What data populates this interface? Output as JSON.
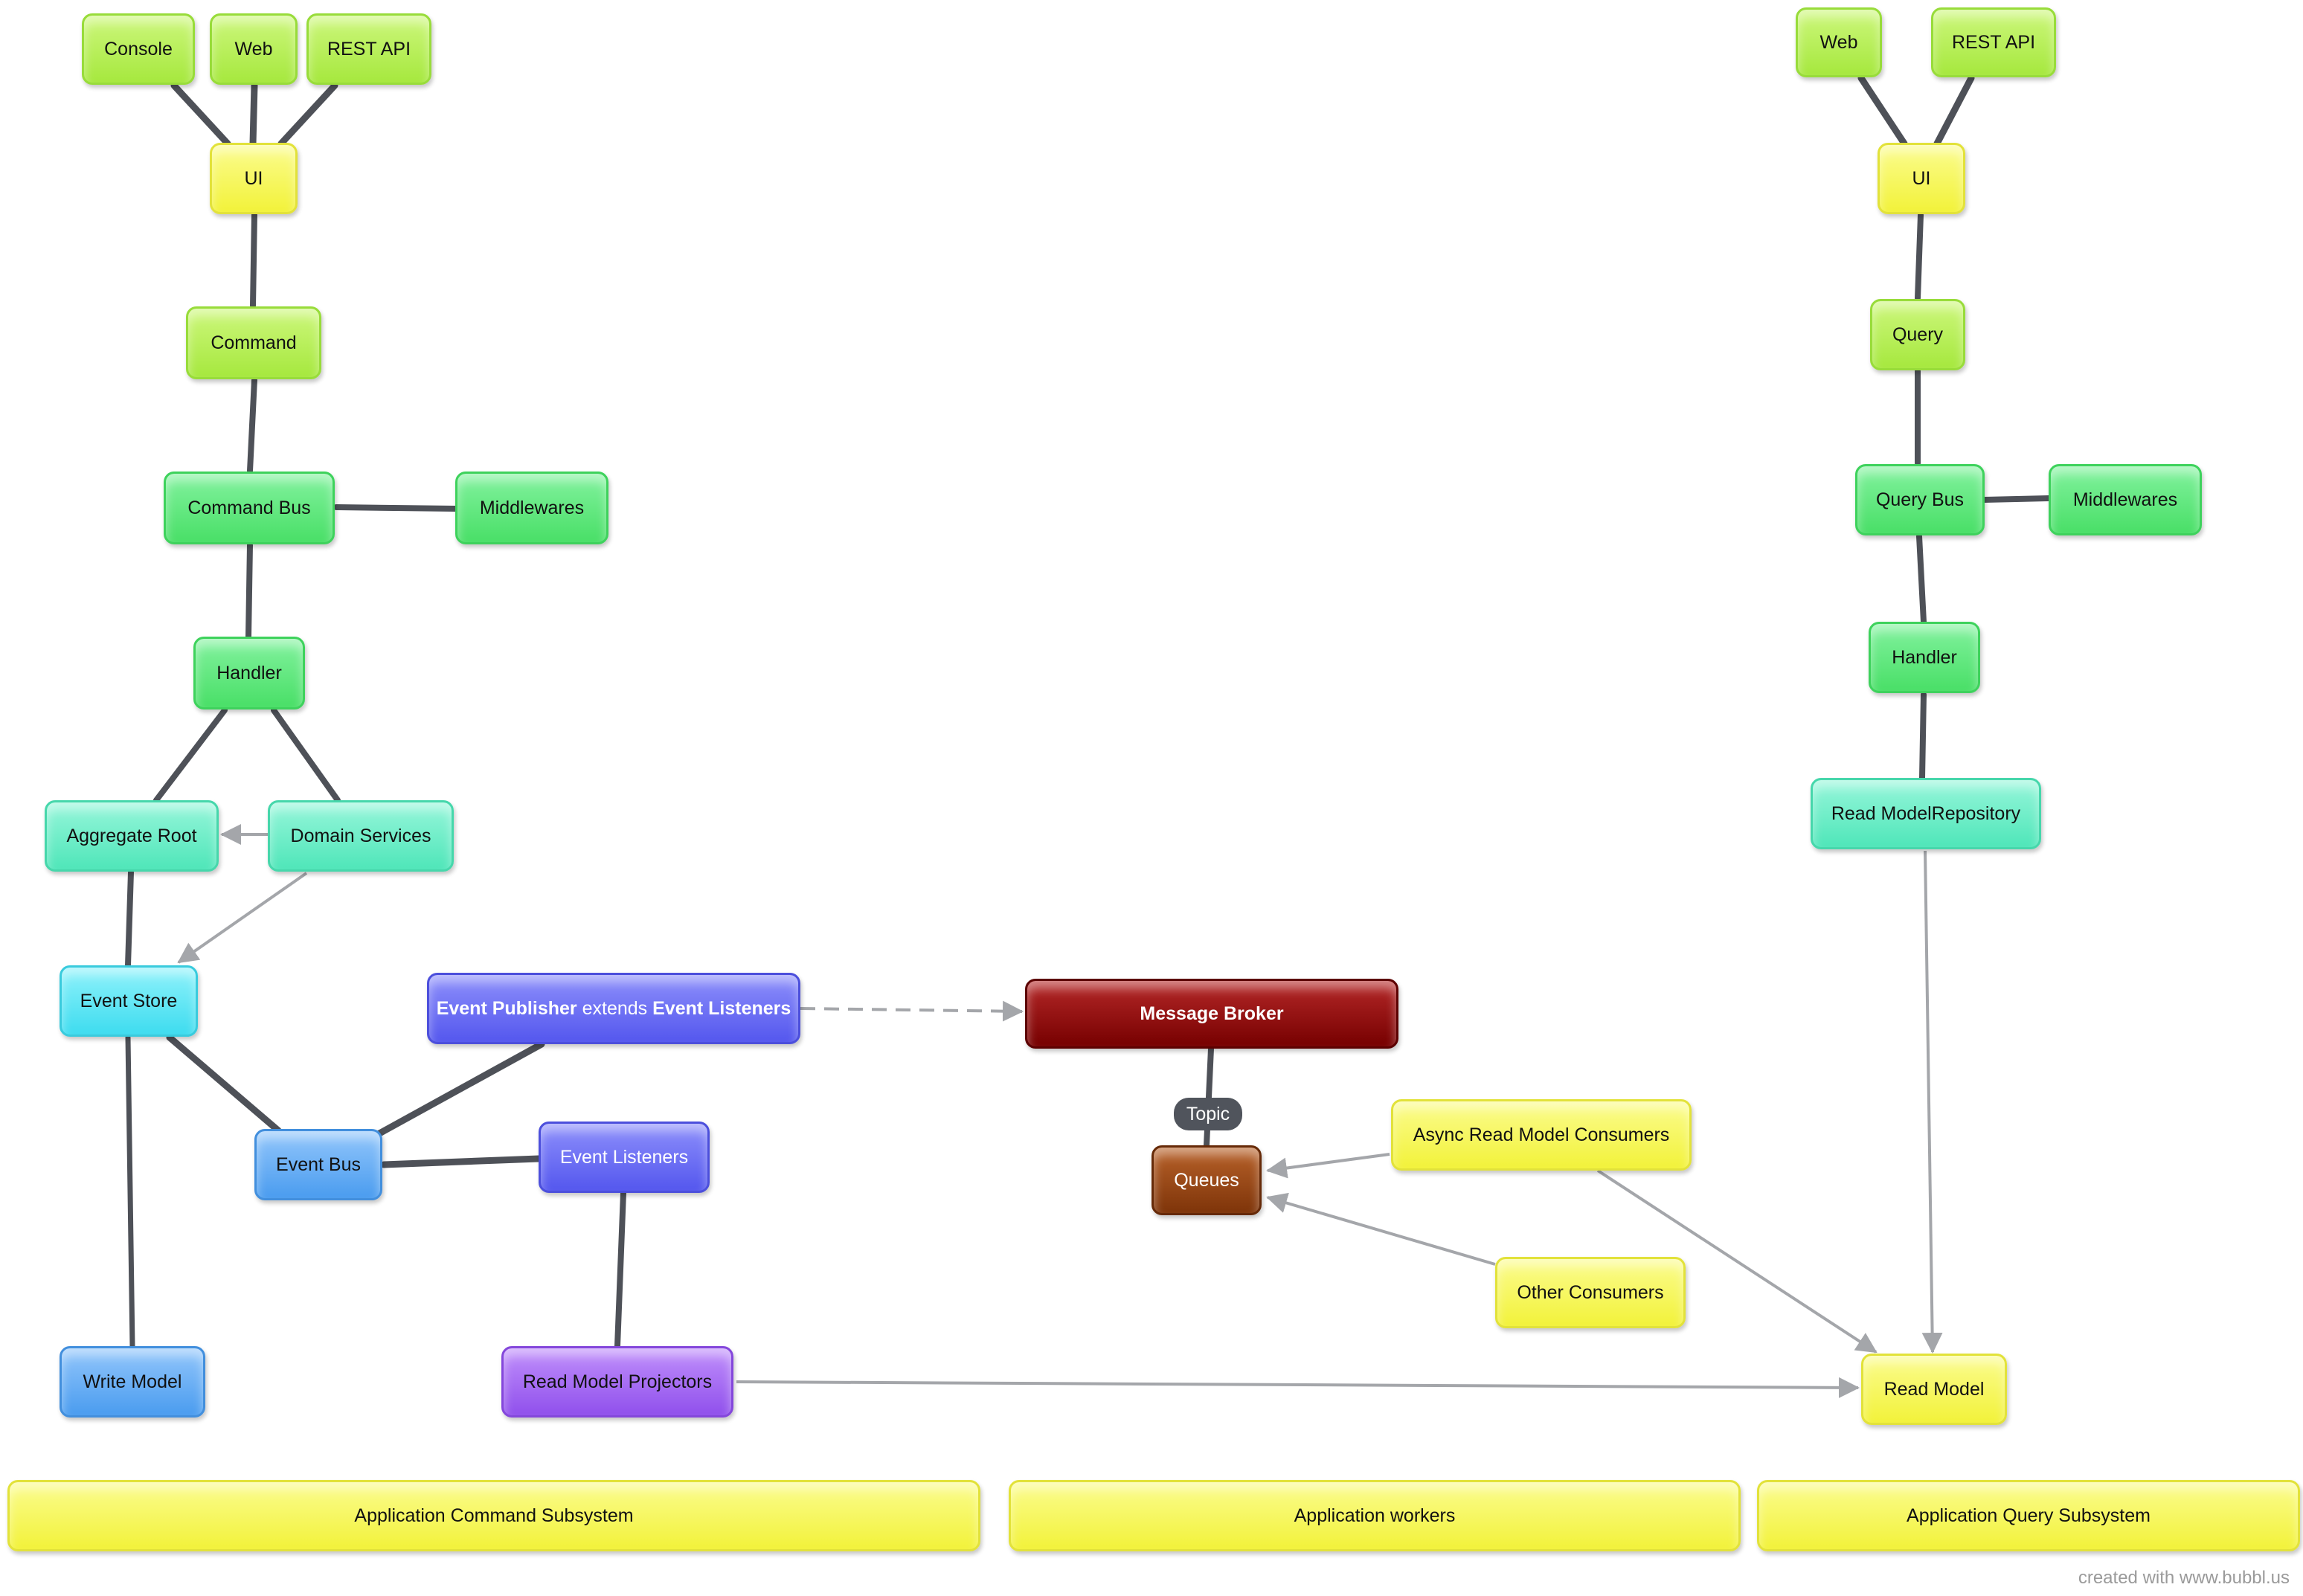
{
  "nodes": {
    "cmd_console": "Console",
    "cmd_web": "Web",
    "cmd_rest": "REST API",
    "cmd_ui": "UI",
    "cmd_command": "Command",
    "cmd_command_bus": "Command Bus",
    "cmd_middlewares": "Middlewares",
    "cmd_handler": "Handler",
    "aggregate_root": "Aggregate Root",
    "domain_services": "Domain Services",
    "event_store": "Event Store",
    "event_publisher": {
      "part1": "Event Publisher",
      "part2": "extends",
      "part3": "Event Listeners"
    },
    "event_bus": "Event Bus",
    "event_listeners": "Event Listeners",
    "write_model": "Write Model",
    "read_model_projectors": "Read Model Projectors",
    "message_broker": "Message Broker",
    "topic": "Topic",
    "queues": "Queues",
    "async_consumers": "Async Read Model Consumers",
    "other_consumers": "Other Consumers",
    "q_web": "Web",
    "q_rest": "REST API",
    "q_ui": "UI",
    "q_query": "Query",
    "q_query_bus": "Query Bus",
    "q_middlewares": "Middlewares",
    "q_handler": "Handler",
    "read_model_repository": "Read ModelRepository",
    "read_model": "Read Model"
  },
  "groups": {
    "command": "Application Command Subsystem",
    "workers": "Application workers",
    "query": "Application Query Subsystem"
  },
  "footer": "created with www.bubbl.us",
  "colors": {
    "edge": "#4e5158",
    "arrow": "#a4a6aa"
  }
}
